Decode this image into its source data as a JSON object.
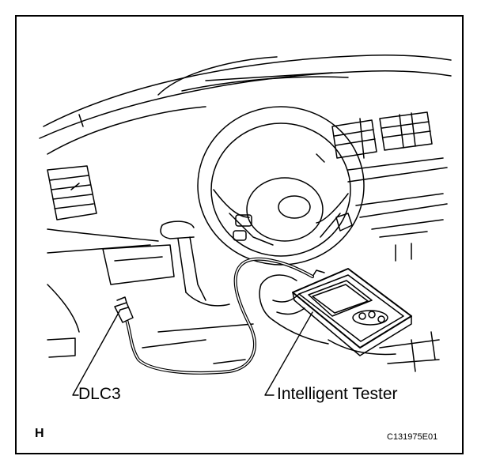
{
  "labels": {
    "dlc": "DLC3",
    "tester": "Intelligent Tester",
    "view": "H",
    "figure_code": "C131975E01"
  }
}
